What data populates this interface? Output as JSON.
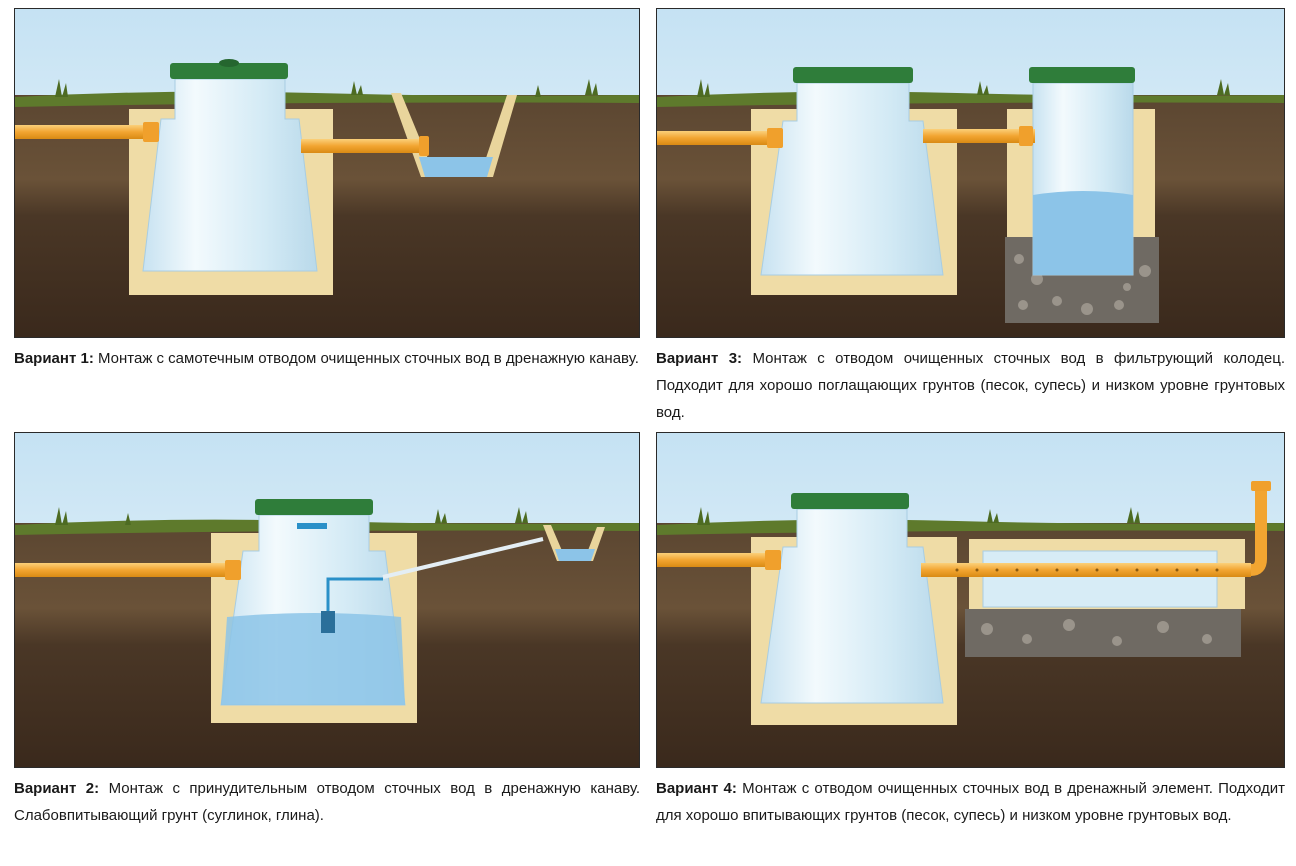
{
  "variants": [
    {
      "id": 1,
      "label": "Вариант 1:",
      "text": "Монтаж с самотечным отводом очищенных сточных вод в дренажную канаву."
    },
    {
      "id": 3,
      "label": "Вариант 3:",
      "text": "Монтаж с отводом очищенных сточных вод в фильтрующий колодец. Подходит для хорошо поглащающих грунтов (песок, супесь) и низком уровне грунтовых вод."
    },
    {
      "id": 2,
      "label": "Вариант 2:",
      "text": "Монтаж с принудительным отводом сточных вод в дренажную канаву. Слабовпитывающий грунт (суглинок, глина)."
    },
    {
      "id": 4,
      "label": "Вариант 4:",
      "text": "Монтаж с отводом очищенных сточных вод в дренажный элемент. Подходит для хорошо впитывающих грунтов (песок, супесь) и низком уровне грунтовых вод."
    }
  ],
  "colors": {
    "sky_top": "#c9e4f4",
    "sky_bottom": "#eef7fc",
    "grass": "#5e7a2c",
    "soil_top": "#5a4630",
    "soil_bottom": "#3b2a1e",
    "sand": "#efdca6",
    "pipe": "#f2a531",
    "lid": "#2f7d3a",
    "tank": "#d7ecf6",
    "water": "#8cc4e8",
    "gravel": "#6f6a63"
  }
}
